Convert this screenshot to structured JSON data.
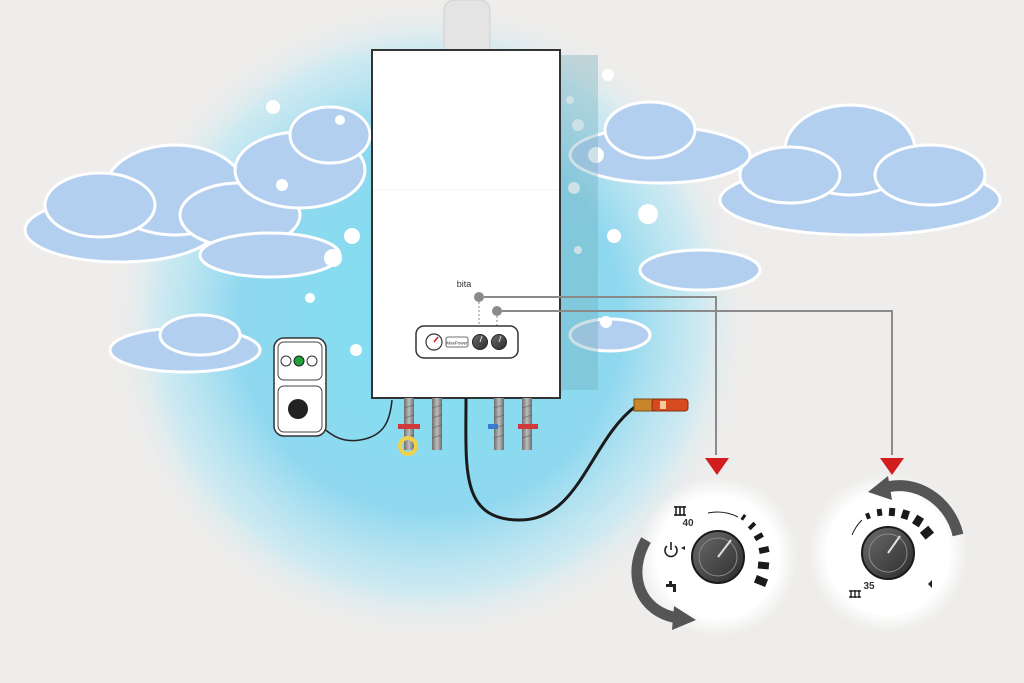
{
  "boiler": {
    "brand": "bita",
    "panel_badge": "MaxPower"
  },
  "dial_heating": {
    "temp_value": "40",
    "heating_icon": "radiator-icon",
    "power_icon": "power-icon",
    "hot_water_icon": "tap-icon"
  },
  "dial_water": {
    "temp_value": "35",
    "heating_icon": "radiator-icon"
  },
  "colors": {
    "sky_glow": "#7fd6ee",
    "cloud": "#b3cff0",
    "arrow_red": "#d11d1d",
    "connector_line": "#8a8a8a",
    "outlet_led": "#1fa23a",
    "gas_valve": "#d64a1f"
  }
}
